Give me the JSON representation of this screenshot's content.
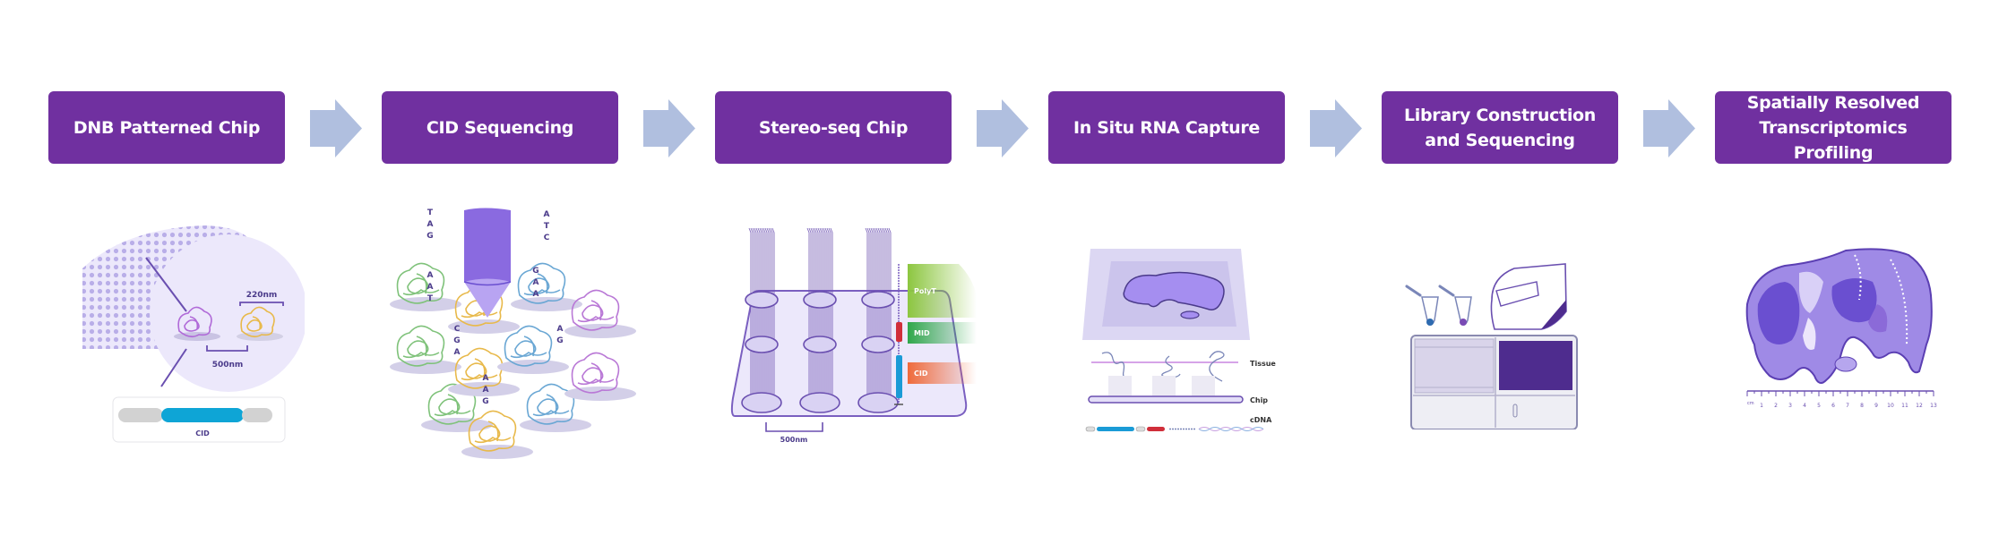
{
  "colors": {
    "step_box": "#7030a0",
    "step_text": "#ffffff",
    "arrow": "#b0bfdf",
    "accent_purple": "#8a6ae0",
    "light_purple": "#ece8fb"
  },
  "steps": [
    {
      "label": "DNB Patterned Chip"
    },
    {
      "label": "CID Sequencing"
    },
    {
      "label": "Stereo-seq Chip"
    },
    {
      "label": "In Situ RNA Capture"
    },
    {
      "label": "Library Construction and Sequencing"
    },
    {
      "label": "Spatially Resolved Transcriptomics Profiling"
    }
  ],
  "arrows": [
    {
      "icon": "right-arrow-icon"
    },
    {
      "icon": "right-arrow-icon"
    },
    {
      "icon": "right-arrow-icon"
    },
    {
      "icon": "right-arrow-icon"
    },
    {
      "icon": "right-arrow-icon"
    }
  ],
  "illustrations": {
    "dnb_chip": {
      "size_label": "220nm",
      "pitch_label": "500nm",
      "cid_label": "CID"
    },
    "cid_sequencing": {
      "bases": [
        "T",
        "A",
        "G",
        "A",
        "A",
        "T",
        "C",
        "G",
        "A",
        "T",
        "C",
        "G",
        "A",
        "A",
        "G",
        "A",
        "T",
        "C",
        "G",
        "A",
        "A",
        "A",
        "G"
      ]
    },
    "stereo_seq_chip": {
      "polyt_label": "PolyT",
      "mid_label": "MID",
      "cid_label": "CID",
      "pitch_label": "500nm"
    },
    "rna_capture": {
      "tissue_label": "Tissue",
      "chip_label": "Chip",
      "cdna_label": "cDNA"
    },
    "library": {},
    "profiling": {
      "ruler_unit": "cm",
      "ruler_ticks": [
        "1",
        "2",
        "3",
        "4",
        "5",
        "6",
        "7",
        "8",
        "9",
        "10",
        "11",
        "12",
        "13"
      ]
    }
  }
}
